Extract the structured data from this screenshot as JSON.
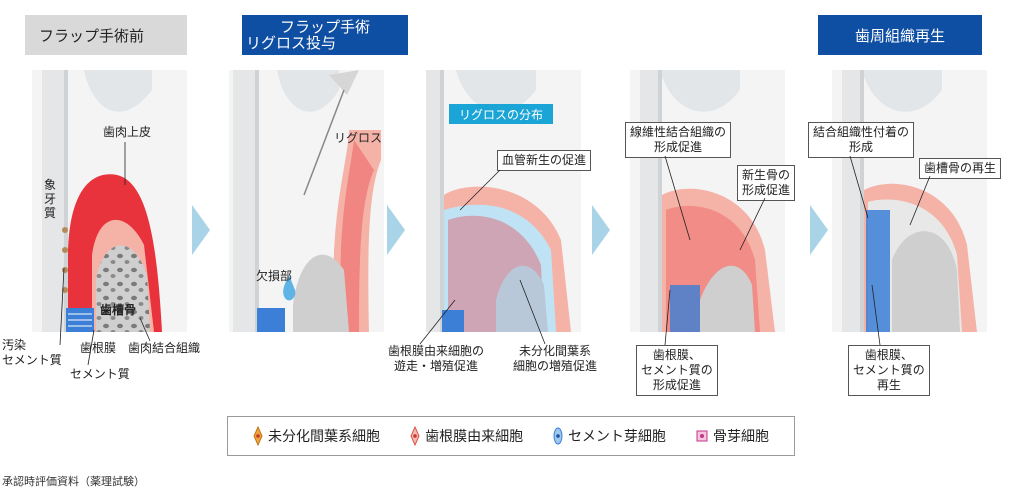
{
  "stages": {
    "before": "フラップ手術前",
    "surgery_line1": "フラップ手術",
    "surgery_line2": "リグロス投与",
    "regeneration": "歯周組織再生"
  },
  "panel1": {
    "gingival_epithelium": "歯肉上皮",
    "dentin": "象牙質",
    "contaminated_cementum_l1": "汚染",
    "contaminated_cementum_l2": "セメント質",
    "alveolar_bone": "歯槽骨",
    "periodontal_ligament": "歯根膜",
    "gingival_connective": "歯肉結合組織",
    "cementum": "セメント質"
  },
  "panel2": {
    "regroth": "リグロス",
    "defect": "欠損部"
  },
  "panel3": {
    "distribution": "リグロスの分布",
    "angiogenesis": "血管新生の促進",
    "pdl_cells_l1": "歯根膜由来細胞の",
    "pdl_cells_l2": "遊走・増殖促進",
    "mesenchymal_l1": "未分化間葉系",
    "mesenchymal_l2": "細胞の増殖促進"
  },
  "panel4": {
    "fibrous_l1": "線維性結合組織の",
    "fibrous_l2": "形成促進",
    "new_bone_l1": "新生骨の",
    "new_bone_l2": "形成促進",
    "pdl_cem_l1": "歯根膜、",
    "pdl_cem_l2": "セメント質の",
    "pdl_cem_l3": "形成促進"
  },
  "panel5": {
    "attachment_l1": "結合組織性付着の",
    "attachment_l2": "形成",
    "bone_regen": "歯槽骨の再生",
    "pdl_regen_l1": "歯根膜、",
    "pdl_regen_l2": "セメント質の",
    "pdl_regen_l3": "再生"
  },
  "legend": {
    "mesenchymal": "未分化間葉系細胞",
    "pdl_derived": "歯根膜由来細胞",
    "cementoblast": "セメント芽細胞",
    "osteoblast": "骨芽細胞"
  },
  "footer": "承認時評価資料（薬理試験）",
  "colors": {
    "header_blue": "#0e4ea3",
    "header_gray": "#d9d9d9",
    "arrow": "#a9d3e6",
    "gingiva": "#e8323c",
    "gum_pink": "#f5b3a8",
    "distribution": "#1aa5d6",
    "ligament": "#3b7fd6"
  }
}
